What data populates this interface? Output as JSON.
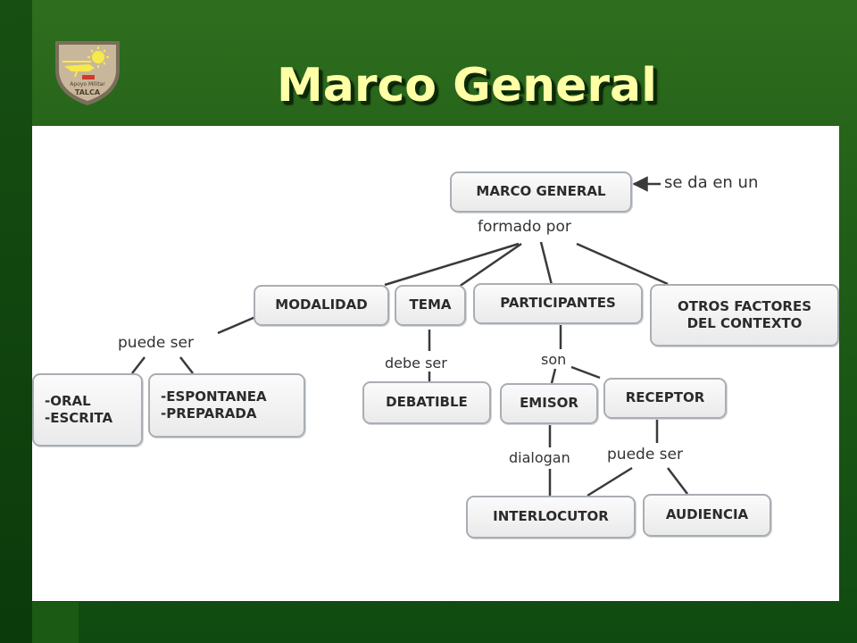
{
  "slide": {
    "title": "Marco General"
  },
  "logo": {
    "icon": "shield-emblem-icon",
    "upper_text": "Apoyo Militar",
    "lower_text": "TALCA",
    "colors": {
      "shield": "#c9b79c",
      "sun": "#f6e94a",
      "rim": "#7a6e5a"
    }
  },
  "diagram": {
    "nodes": {
      "marco_general": "MARCO GENERAL",
      "modalidad": "MODALIDAD",
      "tema": "TEMA",
      "participantes": "PARTICIPANTES",
      "otros_factores": "OTROS FACTORES\nDEL CONTEXTO",
      "oral_escrita": "-ORAL\n-ESCRITA",
      "espontanea_preparada": "-ESPONTANEA\n-PREPARADA",
      "debatible": "DEBATIBLE",
      "emisor": "EMISOR",
      "receptor": "RECEPTOR",
      "interlocutor": "INTERLOCUTOR",
      "audiencia": "AUDIENCIA"
    },
    "links": {
      "se_da_en_un": "se da en un",
      "formado_por": "formado por",
      "puede_ser_1": "puede ser",
      "debe_ser": "debe ser",
      "son": "son",
      "dialogan": "dialogan",
      "puede_ser_2": "puede ser"
    }
  },
  "colors": {
    "background": "#215f18",
    "title": "#ffffa6",
    "panel": "#ffffff",
    "node_border": "#a9aeb4",
    "line": "#3a3a3a"
  }
}
